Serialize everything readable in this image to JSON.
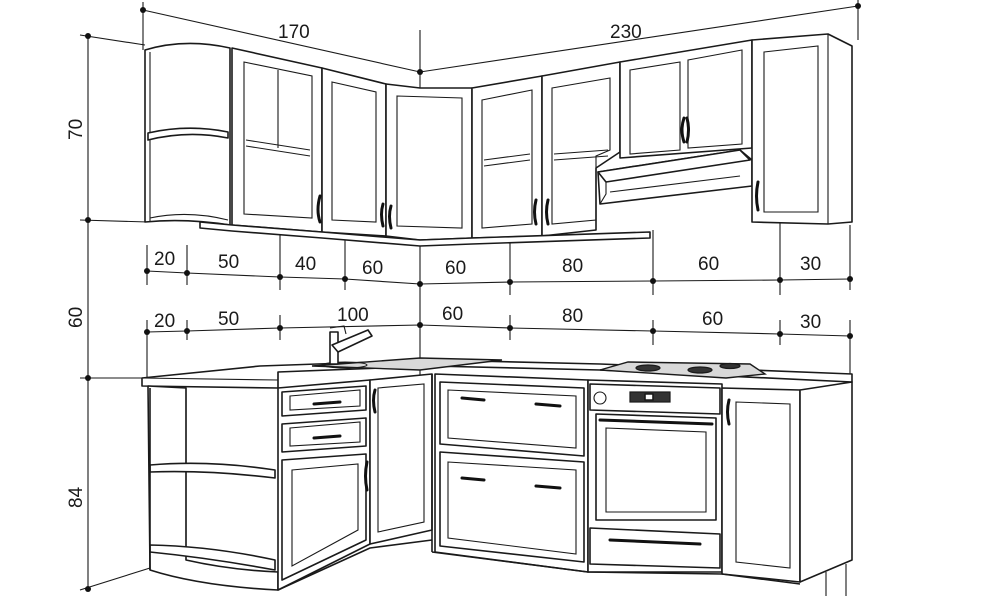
{
  "drawing": {
    "overall": {
      "left_wall_width": "170",
      "right_wall_width": "230"
    },
    "heights": {
      "upper_cabinets": "70",
      "gap": "60",
      "base_cabinets": "84"
    },
    "upper_segments": [
      "20",
      "50",
      "40",
      "60",
      "60",
      "80",
      "60",
      "30"
    ],
    "base_segments": [
      "20",
      "50",
      "100",
      "60",
      "80",
      "60",
      "30"
    ]
  }
}
